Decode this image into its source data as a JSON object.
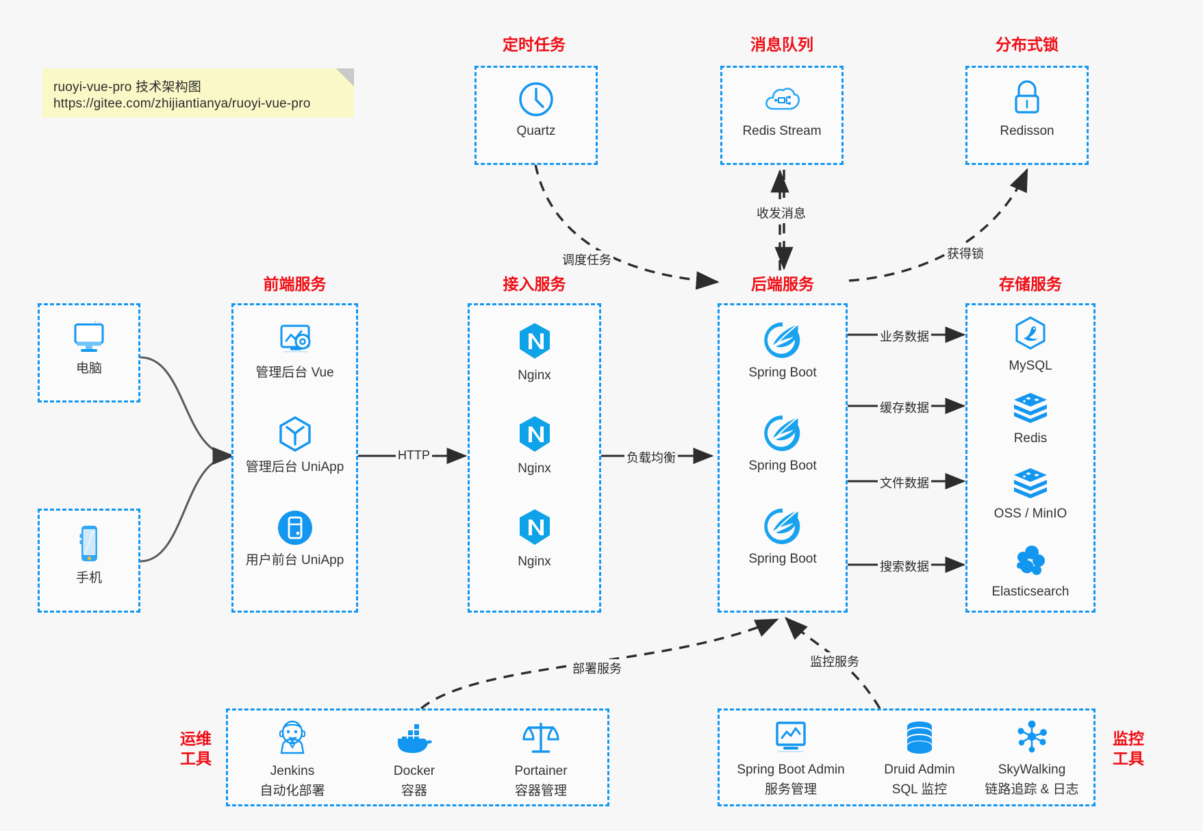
{
  "note": {
    "line1": "ruoyi-vue-pro 技术架构图",
    "line2": "https://gitee.com/zhijiantianya/ruoyi-vue-pro"
  },
  "colors": {
    "box_border": "#1396f0",
    "group_title": "#ef0d15",
    "icon_blue": "#1396f0",
    "background": "#f7f7f7",
    "note_bg": "#fbf8c8",
    "edge": "#3a3a3a"
  },
  "groups": {
    "scheduler": {
      "title": "定时任务",
      "nodes": [
        {
          "label": "Quartz",
          "icon": "clock-icon"
        }
      ]
    },
    "mq": {
      "title": "消息队列",
      "nodes": [
        {
          "label": "Redis Stream",
          "icon": "cloud-network-icon"
        }
      ]
    },
    "lock": {
      "title": "分布式锁",
      "nodes": [
        {
          "label": "Redisson",
          "icon": "lock-icon"
        }
      ]
    },
    "clients": {
      "nodes": [
        {
          "label": "电脑",
          "icon": "desktop-icon"
        },
        {
          "label": "手机",
          "icon": "mobile-icon"
        }
      ]
    },
    "frontend": {
      "title": "前端服务",
      "nodes": [
        {
          "label": "管理后台 Vue",
          "icon": "dashboard-gear-icon"
        },
        {
          "label": "管理后台 UniApp",
          "icon": "hexagon-cube-icon"
        },
        {
          "label": "用户前台 UniApp",
          "icon": "app-round-icon"
        }
      ]
    },
    "gateway": {
      "title": "接入服务",
      "nodes": [
        {
          "label": "Nginx",
          "icon": "nginx-icon"
        },
        {
          "label": "Nginx",
          "icon": "nginx-icon"
        },
        {
          "label": "Nginx",
          "icon": "nginx-icon"
        }
      ]
    },
    "backend": {
      "title": "后端服务",
      "nodes": [
        {
          "label": "Spring Boot",
          "icon": "spring-boot-icon"
        },
        {
          "label": "Spring Boot",
          "icon": "spring-boot-icon"
        },
        {
          "label": "Spring Boot",
          "icon": "spring-boot-icon"
        }
      ]
    },
    "storage": {
      "title": "存储服务",
      "nodes": [
        {
          "label": "MySQL",
          "icon": "mysql-icon"
        },
        {
          "label": "Redis",
          "icon": "redis-icon"
        },
        {
          "label": "OSS / MinIO",
          "icon": "oss-minio-icon"
        },
        {
          "label": "Elasticsearch",
          "icon": "elasticsearch-icon"
        }
      ]
    },
    "devops": {
      "title_line1": "运维",
      "title_line2": "工具",
      "nodes": [
        {
          "label": "Jenkins",
          "sublabel": "自动化部署",
          "icon": "jenkins-icon"
        },
        {
          "label": "Docker",
          "sublabel": "容器",
          "icon": "docker-icon"
        },
        {
          "label": "Portainer",
          "sublabel": "容器管理",
          "icon": "portainer-icon"
        }
      ]
    },
    "monitor": {
      "title_line1": "监控",
      "title_line2": "工具",
      "nodes": [
        {
          "label": "Spring Boot Admin",
          "sublabel": "服务管理",
          "icon": "monitor-chart-icon"
        },
        {
          "label": "Druid Admin",
          "sublabel": "SQL 监控",
          "icon": "database-icon"
        },
        {
          "label": "SkyWalking",
          "sublabel": "链路追踪 & 日志",
          "icon": "skywalking-icon"
        }
      ]
    }
  },
  "edges": {
    "http": "HTTP",
    "load_balance": "负载均衡",
    "schedule_task": "调度任务",
    "send_receive_message": "收发消息",
    "acquire_lock": "获得锁",
    "business_data": "业务数据",
    "cache_data": "缓存数据",
    "file_data": "文件数据",
    "search_data": "搜索数据",
    "deploy_service": "部署服务",
    "monitor_service": "监控服务"
  }
}
